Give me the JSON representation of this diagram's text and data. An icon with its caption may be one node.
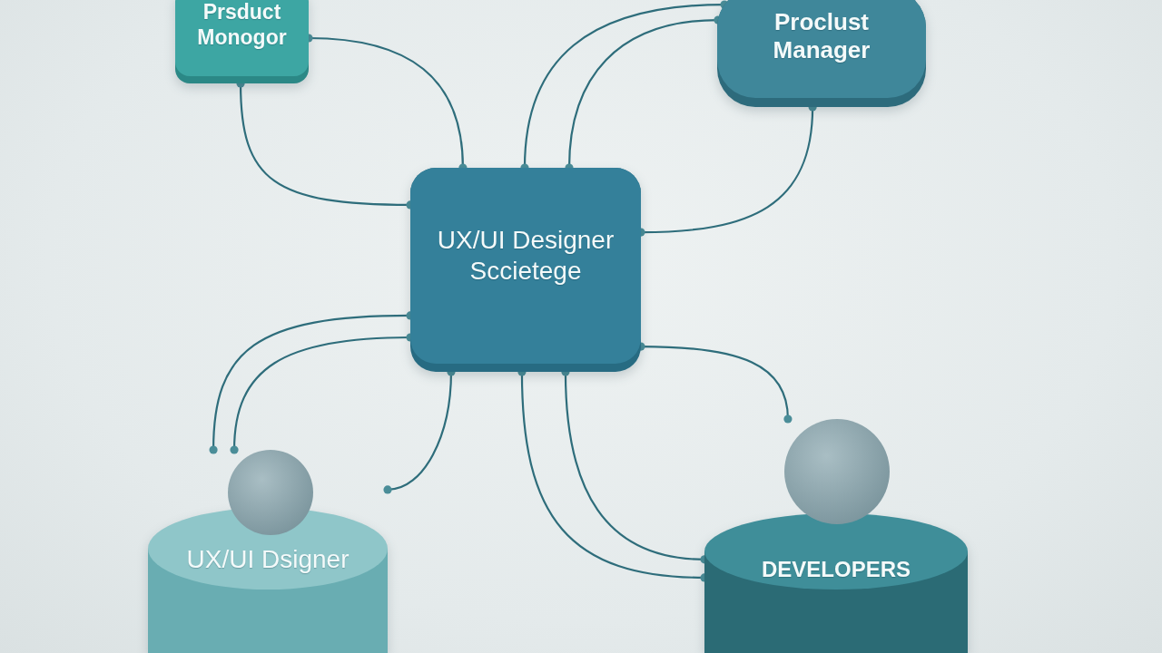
{
  "diagram": {
    "nodes": [
      {
        "text": [
          "Prsduct Monogor"
        ]
      },
      {
        "text": [
          "Proclust Manager"
        ]
      },
      {
        "text": [
          "UX/UI Designer Sccietege"
        ]
      },
      {
        "text": [
          "UX/UI Dsigner"
        ]
      },
      {
        "text": [
          "DEVELOPERS"
        ]
      }
    ],
    "edges": [
      {
        "from": 0,
        "to": 2,
        "arrow": "other"
      },
      {
        "from": 0,
        "to": 2,
        "arrow": "other"
      },
      {
        "from": 1,
        "to": 2,
        "arrow": "other"
      },
      {
        "from": 1,
        "to": 2,
        "arrow": "other"
      },
      {
        "from": 1,
        "to": 2,
        "arrow": "other"
      },
      {
        "from": 2,
        "to": 3,
        "arrow": "other"
      },
      {
        "from": 2,
        "to": 3,
        "arrow": "other"
      },
      {
        "from": 2,
        "to": 3,
        "arrow": "other"
      },
      {
        "from": 2,
        "to": 4,
        "arrow": "other"
      },
      {
        "from": 2,
        "to": 4,
        "arrow": "other"
      },
      {
        "from": 2,
        "to": 4,
        "arrow": "other"
      }
    ]
  }
}
